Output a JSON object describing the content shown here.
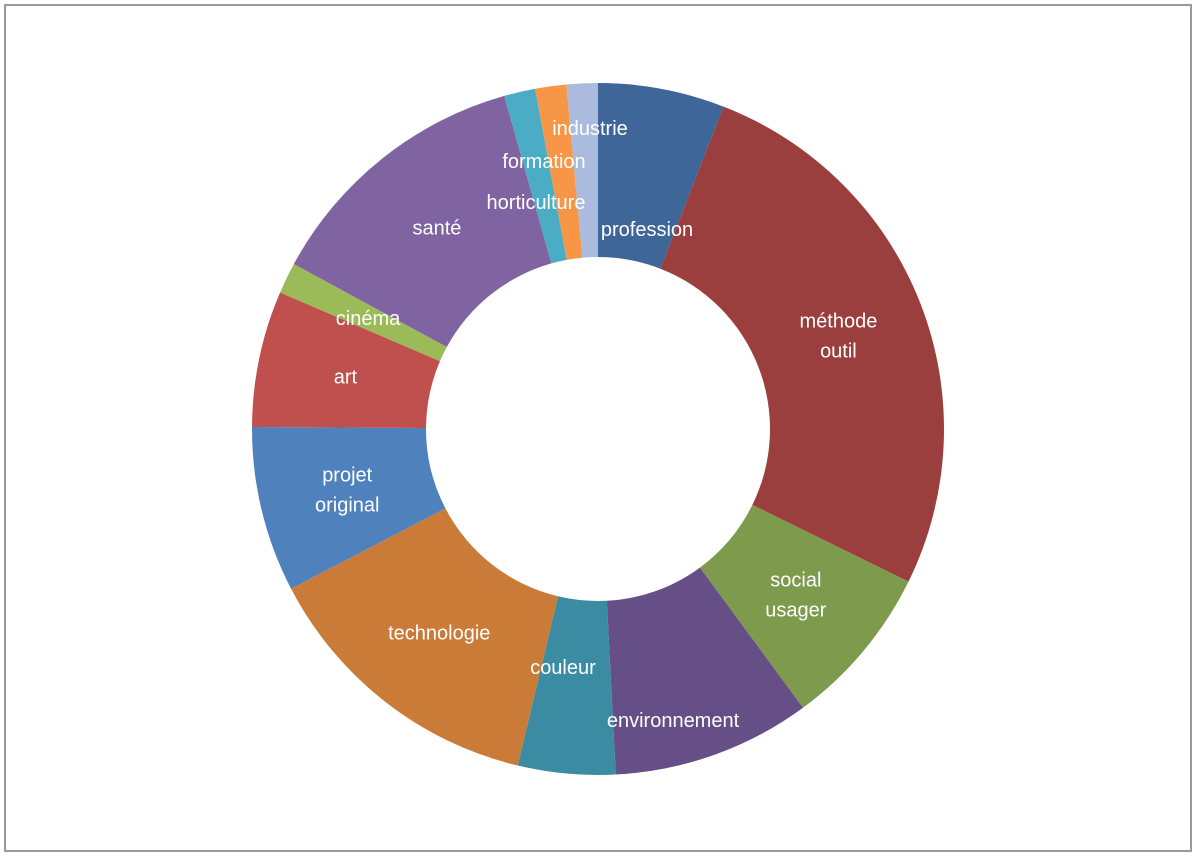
{
  "chart_data": {
    "type": "donut",
    "slices": [
      {
        "label": "profession",
        "value": 6.5,
        "color": "#3E6699"
      },
      {
        "label": "méthode outil",
        "value": 29.0,
        "color": "#9B3F3E"
      },
      {
        "label": "social usager",
        "value": 8.4,
        "color": "#7E9A4C"
      },
      {
        "label": "environnement",
        "value": 10.2,
        "color": "#654F86"
      },
      {
        "label": "couleur",
        "value": 5.0,
        "color": "#3B8CA2"
      },
      {
        "label": "technologie",
        "value": 15.0,
        "color": "#CB7B38"
      },
      {
        "label": "projet original",
        "value": 8.5,
        "color": "#4F81BD"
      },
      {
        "label": "art",
        "value": 7.0,
        "color": "#C0504D"
      },
      {
        "label": "cinéma",
        "value": 1.6,
        "color": "#9BBB59"
      },
      {
        "label": "santé",
        "value": 14.0,
        "color": "#8064A2"
      },
      {
        "label": "horticulture",
        "value": 1.6,
        "color": "#4BACC6"
      },
      {
        "label": "formation",
        "value": 1.6,
        "color": "#F79646"
      },
      {
        "label": "industrie",
        "value": 1.6,
        "color": "#AABBDD"
      }
    ]
  }
}
